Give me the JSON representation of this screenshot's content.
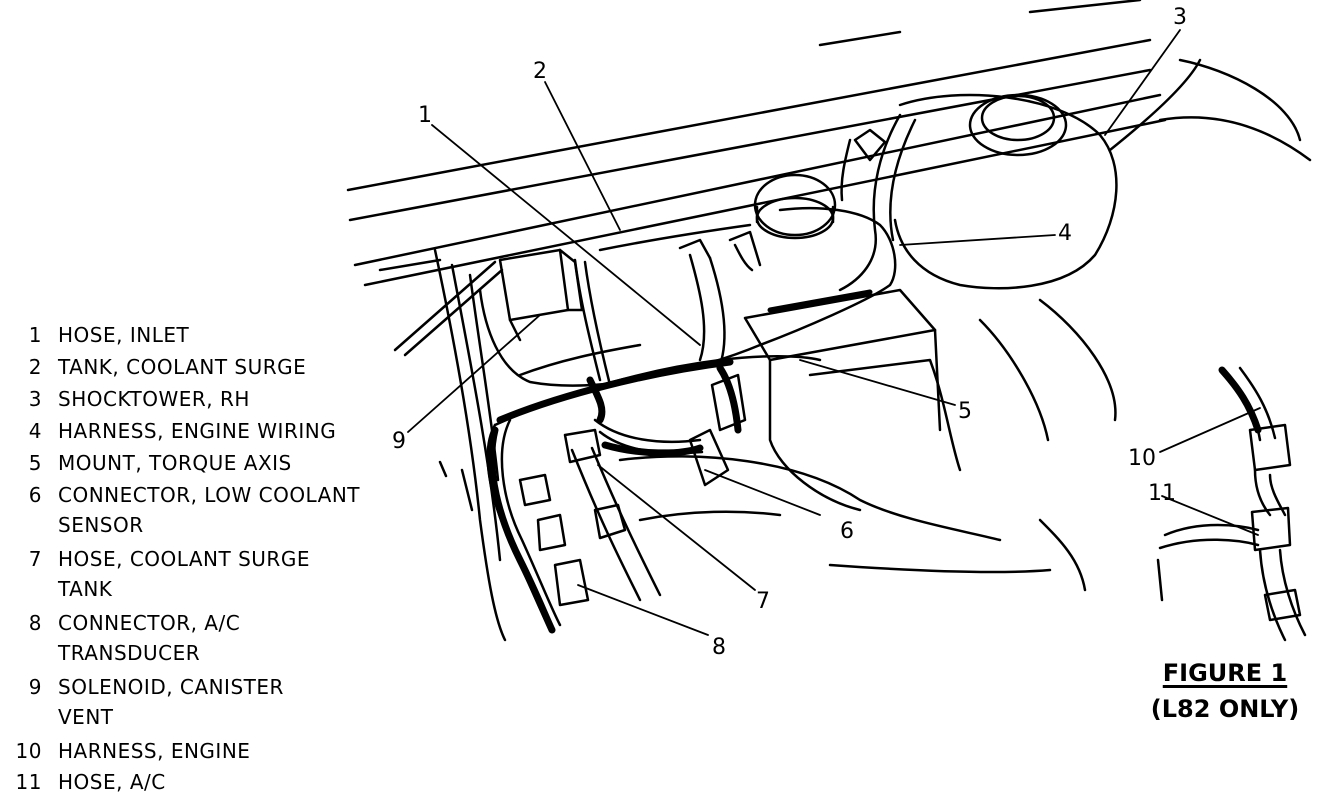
{
  "legend": [
    {
      "num": "1",
      "line1": "HOSE, INLET",
      "line2": ""
    },
    {
      "num": "2",
      "line1": "TANK, COOLANT SURGE",
      "line2": ""
    },
    {
      "num": "3",
      "line1": "SHOCKTOWER, RH",
      "line2": ""
    },
    {
      "num": "4",
      "line1": "HARNESS, ENGINE WIRING",
      "line2": ""
    },
    {
      "num": "5",
      "line1": "MOUNT, TORQUE AXIS",
      "line2": ""
    },
    {
      "num": "6",
      "line1": "CONNECTOR, LOW COOLANT",
      "line2": "SENSOR"
    },
    {
      "num": "7",
      "line1": "HOSE, COOLANT SURGE",
      "line2": "TANK"
    },
    {
      "num": "8",
      "line1": "CONNECTOR, A/C",
      "line2": "TRANSDUCER"
    },
    {
      "num": "9",
      "line1": "SOLENOID, CANISTER",
      "line2": "VENT"
    },
    {
      "num": "10",
      "line1": "HARNESS, ENGINE",
      "line2": ""
    },
    {
      "num": "11",
      "line1": "HOSE, A/C",
      "line2": ""
    }
  ],
  "callouts": [
    "1",
    "2",
    "3",
    "4",
    "5",
    "6",
    "7",
    "8",
    "9",
    "10",
    "11"
  ],
  "figure": {
    "title": "FIGURE 1",
    "subtitle": "(L82 ONLY)"
  }
}
